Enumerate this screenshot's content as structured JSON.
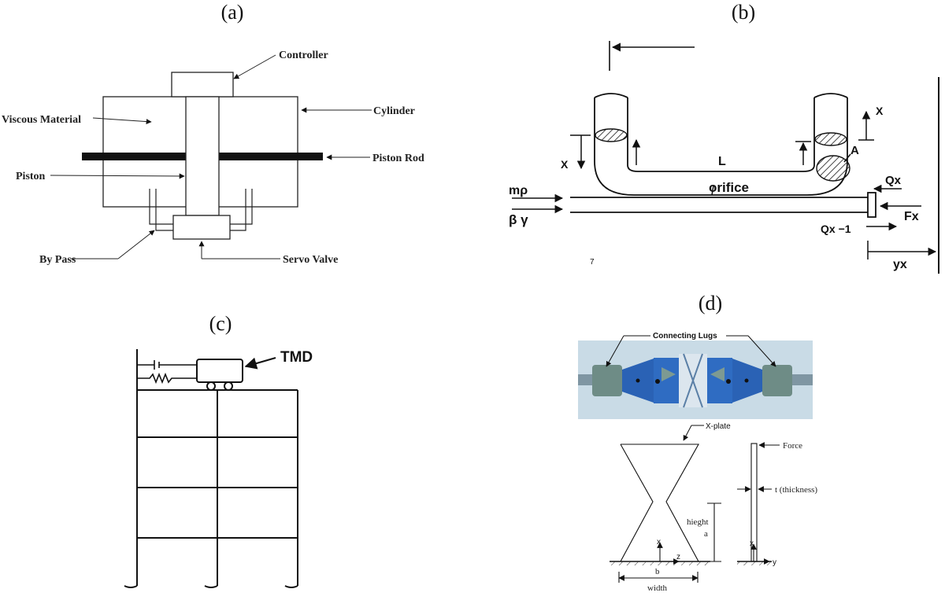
{
  "panels": {
    "a": {
      "caption": "(a)",
      "labels": {
        "controller": "Controller",
        "cylinder": "Cylinder",
        "viscous": "Viscous Material",
        "piston_rod": "Piston Rod",
        "piston": "Piston",
        "bypass": "By Pass",
        "servo": "Servo Valve"
      }
    },
    "b": {
      "caption": "(b)",
      "labels": {
        "x_left": "X",
        "x_right": "X",
        "L": "L",
        "A": "A",
        "orifice": "orifice",
        "m_rho": "mρ",
        "beta_gamma": "β γ",
        "qx": "Qx",
        "fx": "Fx",
        "qx1": "Qx −1",
        "yx": "yx",
        "mark": "7"
      }
    },
    "c": {
      "caption": "(c)",
      "labels": {
        "tmd": "TMD"
      }
    },
    "d": {
      "caption": "(d)",
      "labels": {
        "connecting_lugs": "Connecting Lugs",
        "x_plate": "X-plate",
        "force": "Force",
        "thickness": "t  (thickness)",
        "hieght": "hieght",
        "a": "a",
        "b": "b",
        "width": "width",
        "x_axis": "x",
        "z_axis": "z",
        "x_axis2": "x",
        "y_axis": "y"
      }
    }
  }
}
